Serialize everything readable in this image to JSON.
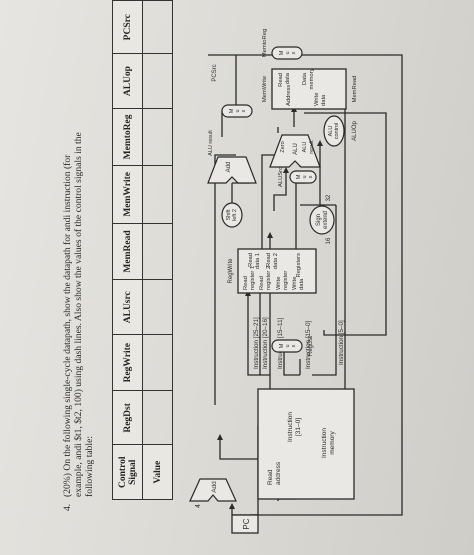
{
  "question": {
    "number": "4.",
    "lines": [
      "(20%) On the following single-cycle datapath, show the datapath for andi instruction (for",
      "example, andi $t1, $t2, 100) using dash lines. Also show the values of the control signals in the",
      "following table:"
    ]
  },
  "control_table": {
    "row_headers": [
      "Control Signal",
      "Value"
    ],
    "columns": [
      "RegDst",
      "RegWrite",
      "ALUsrc",
      "MemRead",
      "MemWrite",
      "MemtoReg",
      "ALUop",
      "PCSrc"
    ],
    "values": [
      "",
      "",
      "",
      "",
      "",
      "",
      "",
      ""
    ]
  },
  "datapath": {
    "pc": "PC",
    "adder_four": "4",
    "add1": "Add",
    "add2": "Add",
    "add2_result": "ALU result",
    "shift": [
      "Shift",
      "left 2"
    ],
    "pcsrc": "PCSrc",
    "imem": [
      "Read",
      "address",
      "Instruction",
      "[31–0]",
      "Instruction",
      "memory"
    ],
    "instr_fields": [
      "Instruction [25–21]",
      "Instruction [20–16]",
      "Instruction [15–11]",
      "Instruction [15–0]",
      "Instruction [5–0]"
    ],
    "regfile": [
      "Read",
      "register 1",
      "Read",
      "register 2",
      "Write",
      "register",
      "Write",
      "data",
      "Read",
      "data 1",
      "Read",
      "data 2",
      "Registers"
    ],
    "regwrite": "RegWrite",
    "regdst": "RegDst",
    "sign_extend": [
      "Sign",
      "extend"
    ],
    "bits16": "16",
    "bits32": "32",
    "alusrc": "ALUSrc",
    "alu": [
      "Zero",
      "ALU",
      "ALU",
      "result"
    ],
    "alu_control": [
      "ALU",
      "control"
    ],
    "aluop": "ALUOp",
    "memwrite": "MemWrite",
    "dmem": [
      "Address",
      "Read",
      "data",
      "Write",
      "data",
      "Data",
      "memory"
    ],
    "memread": "MemRead",
    "memtoreg": "MemtoReg",
    "mux": [
      "M",
      "u",
      "x"
    ],
    "mux_inputs": [
      "0",
      "1"
    ]
  }
}
